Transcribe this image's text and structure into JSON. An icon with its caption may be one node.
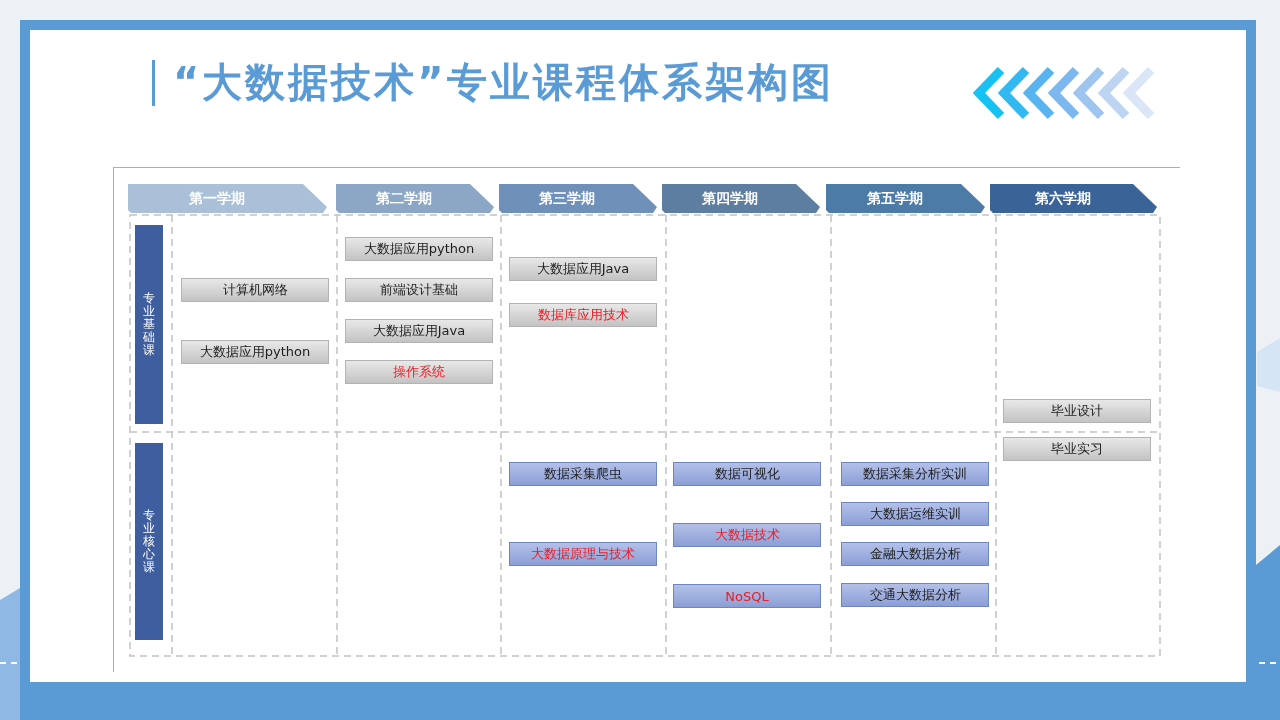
{
  "diagram": {
    "title": "“大数据技术”专业课程体系架构图",
    "nodes": [
      {
        "text": [
          "第一学期"
        ]
      },
      {
        "text": [
          "第二学期"
        ]
      },
      {
        "text": [
          "第三学期"
        ]
      },
      {
        "text": [
          "第四学期"
        ]
      },
      {
        "text": [
          "第五学期"
        ]
      },
      {
        "text": [
          "第六学期"
        ]
      },
      {
        "text": [
          "专业基础课"
        ]
      },
      {
        "text": [
          "计算机网络"
        ]
      },
      {
        "text": [
          "大数据应用python"
        ]
      },
      {
        "text": [
          "大数据应用python"
        ]
      },
      {
        "text": [
          "前端设计基础"
        ]
      },
      {
        "text": [
          "大数据应用Java"
        ]
      },
      {
        "text": [
          "操作系统"
        ]
      },
      {
        "text": [
          "大数据应用Java"
        ]
      },
      {
        "text": [
          "数据库应用技术"
        ]
      },
      {
        "text": [
          "毕业设计"
        ]
      },
      {
        "text": [
          "专业核心课"
        ]
      },
      {
        "text": [
          "数据采集爬虫"
        ]
      },
      {
        "text": [
          "大数据原理与技术"
        ]
      },
      {
        "text": [
          "数据可视化"
        ]
      },
      {
        "text": [
          "大数据技术"
        ]
      },
      {
        "text": [
          "NoSQL"
        ]
      },
      {
        "text": [
          "数据采集分析实训"
        ]
      },
      {
        "text": [
          "大数据运维实训"
        ]
      },
      {
        "text": [
          "金融大数据分析"
        ]
      },
      {
        "text": [
          "交通大数据分析"
        ]
      },
      {
        "text": [
          "毕业实习"
        ]
      }
    ]
  }
}
